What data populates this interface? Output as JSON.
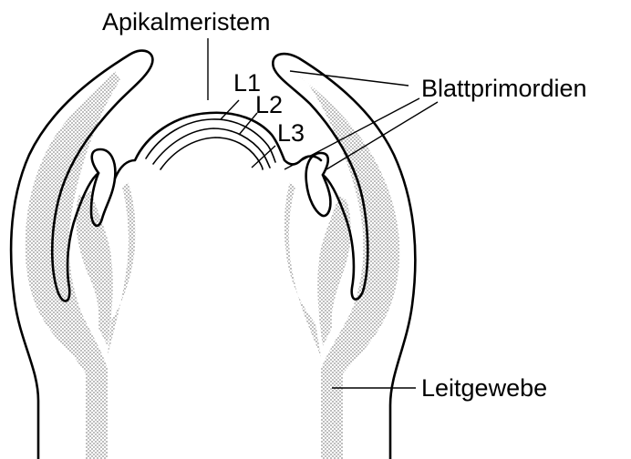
{
  "labels": {
    "apical_meristem": "Apikalmeristem",
    "layer_1": "L1",
    "layer_2": "L2",
    "layer_3": "L3",
    "leaf_primordia": "Blattprimordien",
    "vascular_tissue": "Leitgewebe"
  },
  "colors": {
    "ink": "#000000",
    "background": "#ffffff",
    "stipple": "#9a9a9a"
  }
}
